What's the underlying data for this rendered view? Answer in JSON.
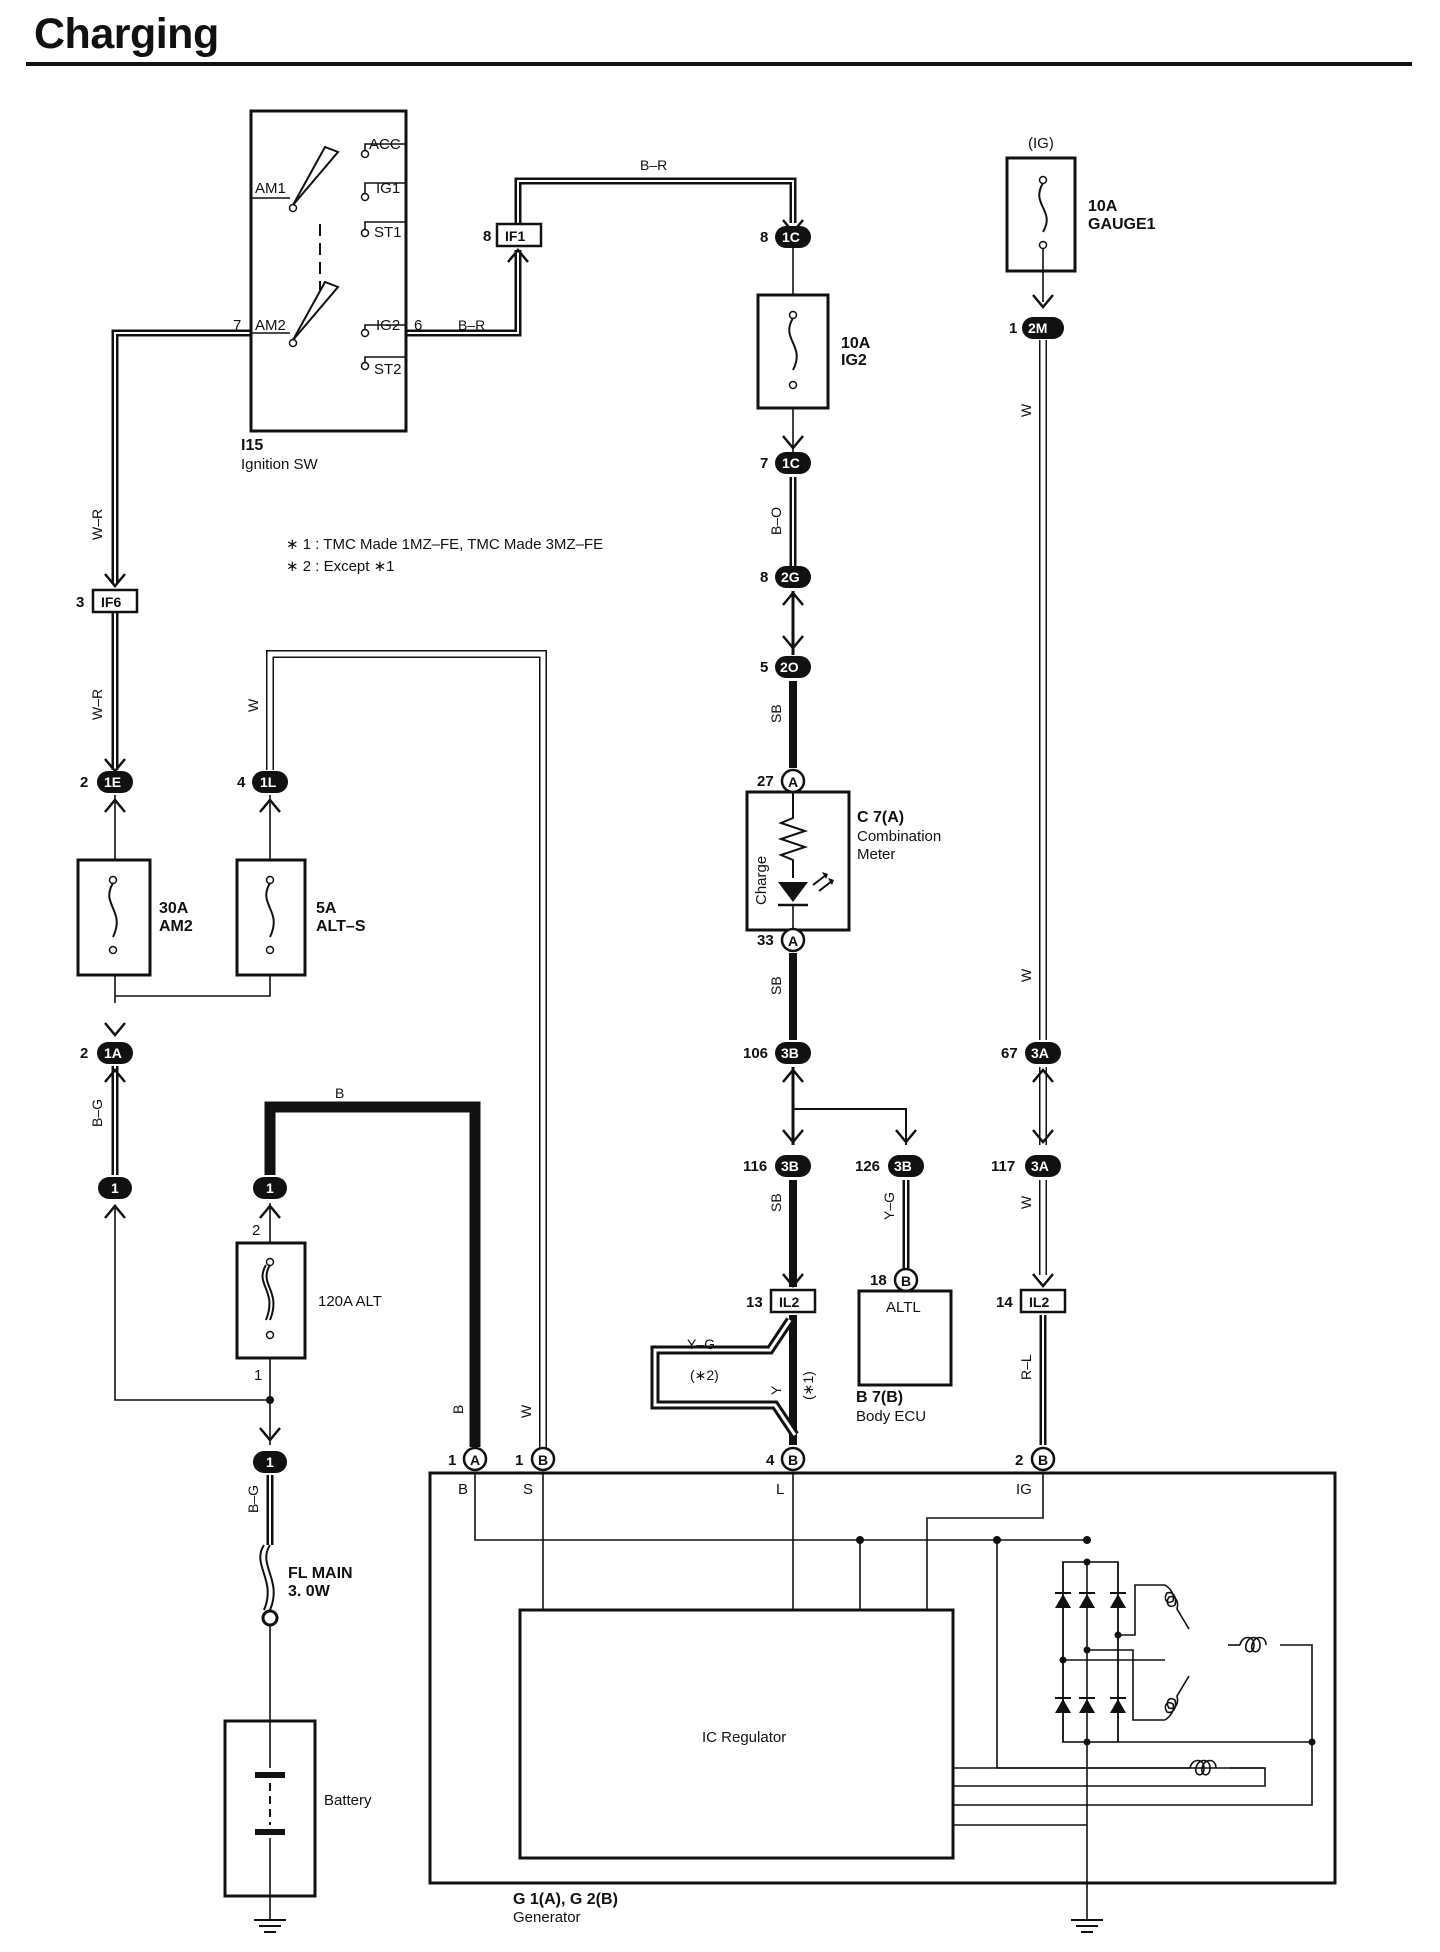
{
  "title": "Charging",
  "notes": {
    "note1": "∗ 1 : TMC Made 1MZ–FE,  TMC Made 3MZ–FE",
    "note2": "∗ 2 : Except ∗1"
  },
  "ignition_switch": {
    "code": "I15",
    "name": "Ignition SW",
    "terminals": {
      "acc": "ACC",
      "am1": "AM1",
      "ig1": "IG1",
      "st1": "ST1",
      "am2": "AM2",
      "ig2": "IG2",
      "st2": "ST2"
    },
    "pin_am2": "7",
    "pin_ig2": "6"
  },
  "fuses": {
    "gauge1": {
      "ig": "(IG)",
      "rating": "10A",
      "name": "GAUGE1"
    },
    "ig2": {
      "rating": "10A",
      "name": "IG2"
    },
    "am2": {
      "rating": "30A",
      "name": "AM2"
    },
    "alt_s": {
      "rating": "5A",
      "name": "ALT–S"
    },
    "alt": {
      "label": "120A ALT",
      "pin_top": "2",
      "pin_bottom": "1"
    },
    "fl_main": {
      "name": "FL MAIN",
      "rating": "3. 0W"
    }
  },
  "connectors": {
    "if1": {
      "pin": "8",
      "code": "IF1"
    },
    "if6": {
      "pin": "3",
      "code": "IF6"
    },
    "c1c_top": {
      "pin": "8",
      "code": "1C"
    },
    "c1c_bottom": {
      "pin": "7",
      "code": "1C"
    },
    "c2g": {
      "pin": "8",
      "code": "2G"
    },
    "c2o": {
      "pin": "5",
      "code": "2O"
    },
    "c2m": {
      "pin": "1",
      "code": "2M"
    },
    "c1e": {
      "pin": "2",
      "code": "1E"
    },
    "c1l": {
      "pin": "4",
      "code": "1L"
    },
    "c1a": {
      "pin": "2",
      "code": "1A"
    },
    "c3b_106": {
      "pin": "106",
      "code": "3B"
    },
    "c3b_116": {
      "pin": "116",
      "code": "3B"
    },
    "c3b_126": {
      "pin": "126",
      "code": "3B"
    },
    "c3a_67": {
      "pin": "67",
      "code": "3A"
    },
    "c3a_117": {
      "pin": "117",
      "code": "3A"
    },
    "il2_13": {
      "pin": "13",
      "code": "IL2"
    },
    "il2_14": {
      "pin": "14",
      "code": "IL2"
    },
    "j1_left": {
      "code": "1"
    },
    "j1_alt_top": {
      "code": "1"
    },
    "j1_bottom": {
      "code": "1"
    },
    "meter_a27": {
      "pin": "27",
      "code": "A"
    },
    "meter_a33": {
      "pin": "33",
      "code": "A"
    },
    "ecu_b18": {
      "pin": "18",
      "code": "B"
    },
    "gen_a1": {
      "pin": "1",
      "code": "A"
    },
    "gen_b1": {
      "pin": "1",
      "code": "B"
    },
    "gen_b4": {
      "pin": "4",
      "code": "B"
    },
    "gen_b2": {
      "pin": "2",
      "code": "B"
    }
  },
  "wire_colors": {
    "b_r_top": "B–R",
    "b_r_ig2": "B–R",
    "w_r_upper": "W–R",
    "w_r_lower": "W–R",
    "w_alt_s": "W",
    "b_o": "B–O",
    "sb_upper": "SB",
    "sb_middle": "SB",
    "sb_lower": "SB",
    "w_gauge_upper": "W",
    "w_gauge_middle": "W",
    "w_gauge_lower": "W",
    "r_l": "R–L",
    "y_g_ecu": "Y–G",
    "y_g_bypass": "Y–G",
    "y": "Y",
    "b_heavy": "B",
    "b_gen": "B",
    "w_gen": "W",
    "b_g_upper": "B–G",
    "b_g_lower": "B–G",
    "note_star2": "(∗2)",
    "note_star1": "(∗1)"
  },
  "combination_meter": {
    "code": "C 7(A)",
    "name_line1": "Combination",
    "name_line2": "Meter",
    "lamp": "Charge"
  },
  "body_ecu": {
    "code": "B 7(B)",
    "name": "Body ECU",
    "terminal": "ALTL"
  },
  "generator": {
    "code": "G 1(A), G 2(B)",
    "name": "Generator",
    "terminals": {
      "b": "B",
      "s": "S",
      "l": "L",
      "ig": "IG"
    },
    "regulator": "IC Regulator"
  },
  "battery": {
    "name": "Battery"
  }
}
